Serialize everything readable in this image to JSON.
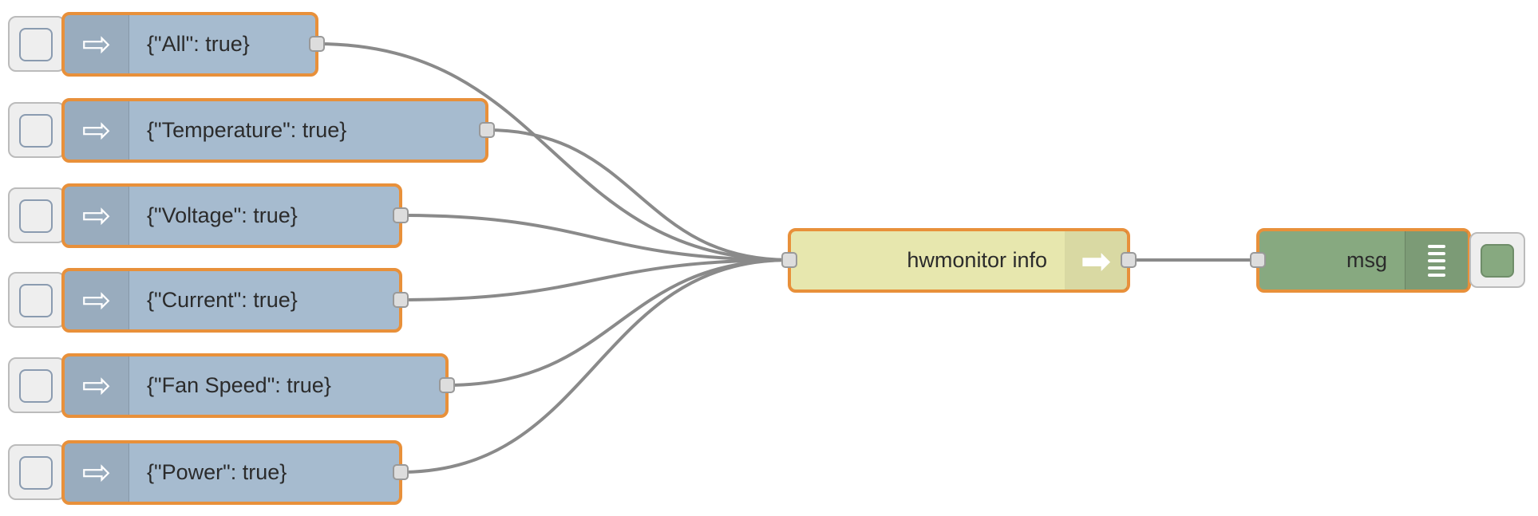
{
  "inject_nodes": [
    {
      "id": "inj-all",
      "label": "{\"All\": true}"
    },
    {
      "id": "inj-temp",
      "label": "{\"Temperature\": true}"
    },
    {
      "id": "inj-volt",
      "label": "{\"Voltage\": true}"
    },
    {
      "id": "inj-curr",
      "label": "{\"Current\": true}"
    },
    {
      "id": "inj-fan",
      "label": "{\"Fan Speed\": true}"
    },
    {
      "id": "inj-power",
      "label": "{\"Power\": true}"
    }
  ],
  "function_node": {
    "id": "fn-hw",
    "label": "hwmonitor info"
  },
  "debug_node": {
    "id": "dbg-msg",
    "label": "msg"
  },
  "wires": [
    [
      "inj-all",
      "fn-hw"
    ],
    [
      "inj-temp",
      "fn-hw"
    ],
    [
      "inj-volt",
      "fn-hw"
    ],
    [
      "inj-curr",
      "fn-hw"
    ],
    [
      "inj-fan",
      "fn-hw"
    ],
    [
      "inj-power",
      "fn-hw"
    ],
    [
      "fn-hw",
      "dbg-msg"
    ]
  ],
  "colors": {
    "inject": "#a6bbcf",
    "function": "#e7e7ae",
    "debug": "#87a980",
    "selected_border": "#e8903a",
    "wire": "#8a8a8a"
  }
}
